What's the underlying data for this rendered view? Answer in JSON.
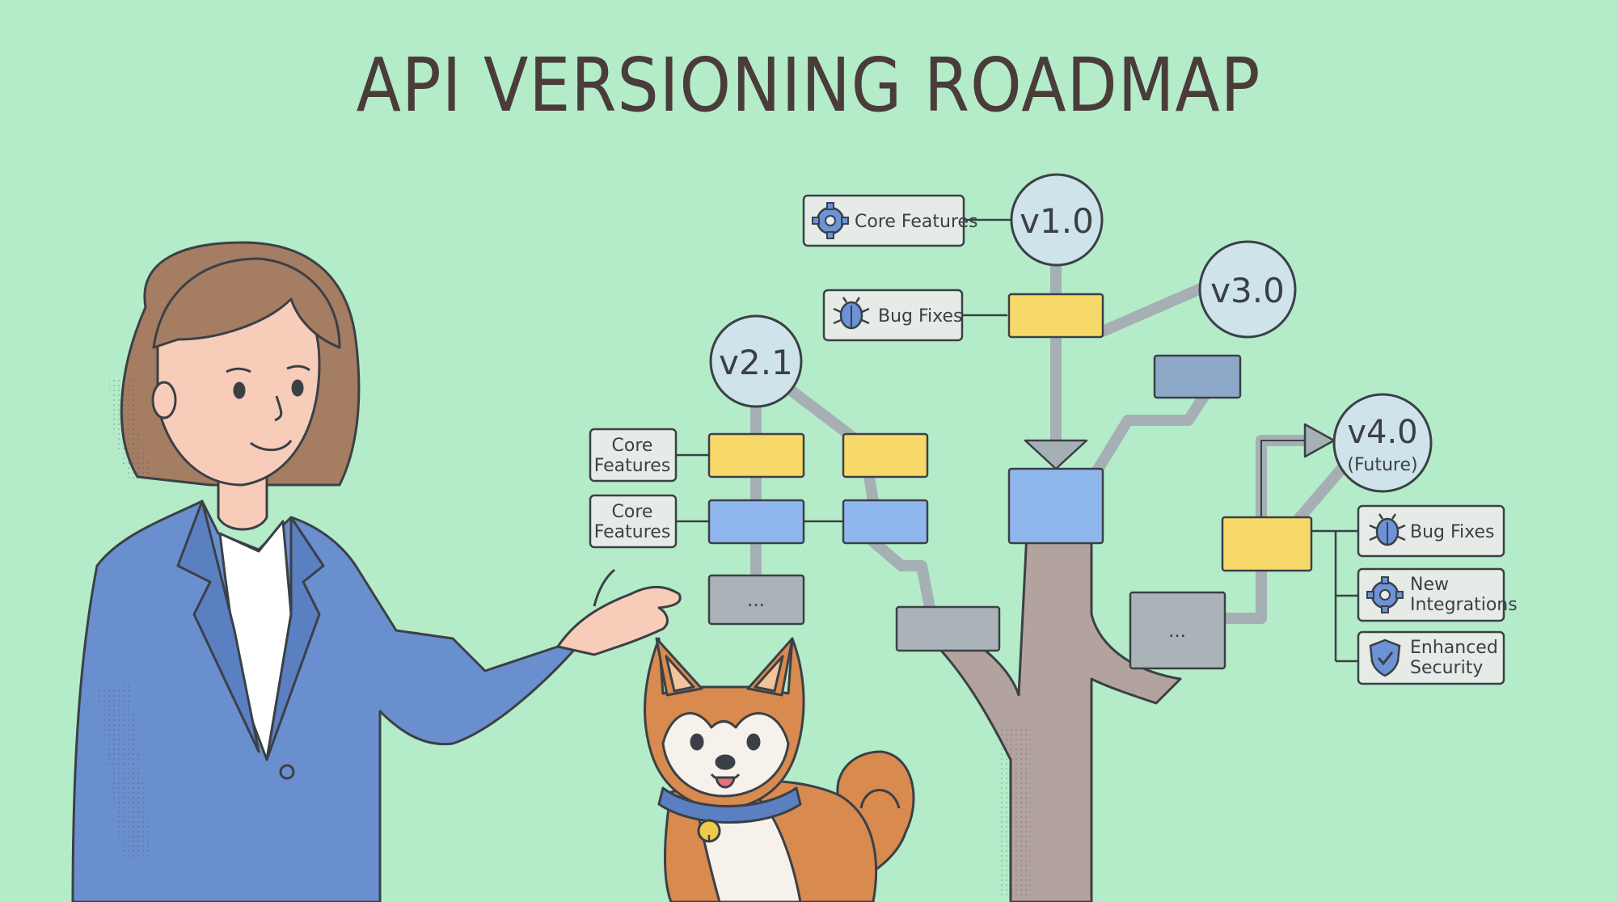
{
  "title": "API VERSIONING ROADMAP",
  "versions": {
    "v1": "v1.0",
    "v21": "v2.1",
    "v3": "v3.0",
    "v4": "v4.0",
    "v4_sub": "(Future)"
  },
  "labels": {
    "core_features_top": "Core Features",
    "bug_fixes_top": "Bug Fixes",
    "core_features_a_1": "Core",
    "core_features_a_2": "Features",
    "core_features_b_1": "Core",
    "core_features_b_2": "Features",
    "bug_fixes_right": "Bug Fixes",
    "new_integrations_1": "New",
    "new_integrations_2": "Integrations",
    "enhanced_security_1": "Enhanced",
    "enhanced_security_2": "Security"
  },
  "ellipsis": "...",
  "icons": [
    "gear-icon",
    "bug-icon",
    "shield-icon"
  ],
  "colors": {
    "background": "#b4ecc9",
    "yellow_box": "#f7d96a",
    "blue_box": "#8fb7ee",
    "steel_box": "#8ea8c8",
    "gray_box": "#aab3b7",
    "trunk": "#b3a39f",
    "circle": "#cfe4ea",
    "label_box": "#e6ebe8",
    "outline": "#3b4046"
  }
}
